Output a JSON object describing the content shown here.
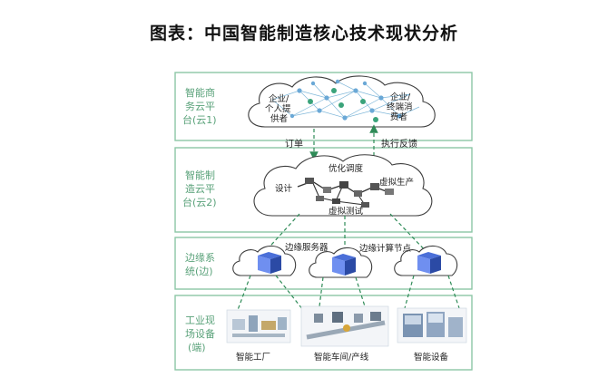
{
  "title": "图表：中国智能制造核心技术现状分析",
  "layers": [
    {
      "label_lines": [
        "智能商",
        "务云平",
        "台(云1)"
      ]
    },
    {
      "label_lines": [
        "智能制",
        "造云平",
        "台(云2)"
      ]
    },
    {
      "label_lines": [
        "边缘系",
        "统(边)"
      ]
    },
    {
      "label_lines": [
        "工业现",
        "场设备",
        "(端)"
      ]
    }
  ],
  "cloud1": {
    "left_label_lines": [
      "企业/",
      "个人提",
      "供者"
    ],
    "right_label_lines": [
      "企业/",
      "终端消",
      "费者"
    ]
  },
  "arrows": {
    "order": "订单",
    "feedback": "执行反馈"
  },
  "cloud2": {
    "design": "设计",
    "optimize": "优化调度",
    "virtual_production": "虚拟生产",
    "virtual_test": "虚拟测试"
  },
  "edge": {
    "server": "边缘服务器",
    "node": "边缘计算节点"
  },
  "devices": {
    "factory": "智能工厂",
    "workshop": "智能车间/产线",
    "equipment": "智能设备"
  },
  "colors": {
    "band_border": "#8cc6a6",
    "band_label": "#5aa27a",
    "dashed": "#2e8b57",
    "server": "#4b6fd8"
  }
}
